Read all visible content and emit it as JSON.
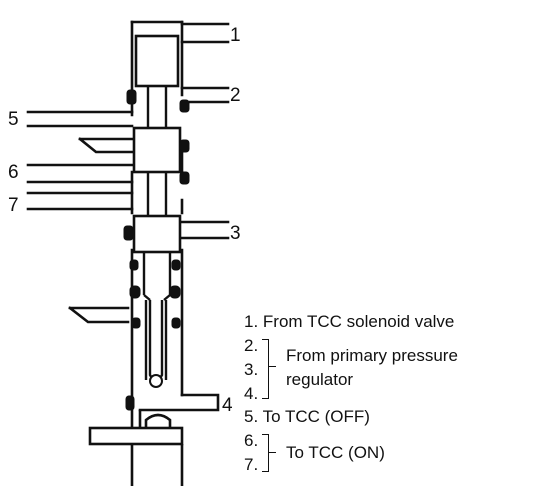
{
  "callouts": [
    "1",
    "2",
    "3",
    "4",
    "5",
    "6",
    "7"
  ],
  "legend": {
    "item1": "1. From TCC solenoid valve",
    "num2": "2.",
    "num3": "3.",
    "num4": "4.",
    "group_234_line1": "From primary pressure",
    "group_234_line2": "regulator",
    "item5": "5. To TCC (OFF)",
    "num6": "6.",
    "num7": "7.",
    "group_67": "To TCC (ON)"
  }
}
